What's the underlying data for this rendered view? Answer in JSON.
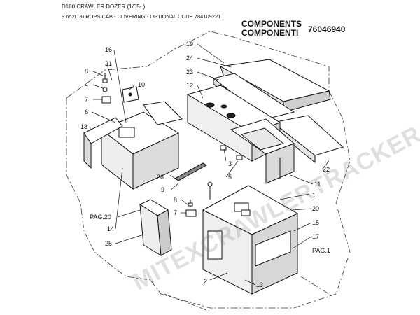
{
  "header": {
    "title": "D180 CRAWLER DOZER (1/05- )",
    "subtitle": "9.652(18) ROPS CAB - COVERING - OPTIONAL CODE 784109221",
    "components_en": "COMPONENTS",
    "components_it": "COMPONENTI",
    "code": "76046940"
  },
  "watermark": "MITEXCRAWLERTRACKER.RU",
  "callouts": {
    "c1": "1",
    "c2": "2",
    "c3": "3",
    "c4": "4",
    "c5": "5",
    "c6": "6",
    "c7": "7",
    "c8a": "8",
    "c8b": "8",
    "c9": "9",
    "c10": "10",
    "c11": "11",
    "c12": "12",
    "c13": "13",
    "c14": "14",
    "c15": "15",
    "c16": "16",
    "c17": "17",
    "c18": "18",
    "c19": "19",
    "c20": "20",
    "c21": "21",
    "c22": "22",
    "c23": "23",
    "c24": "24",
    "c25": "25",
    "c26": "26",
    "pag20": "PAG.20",
    "pag1": "PAG.1"
  }
}
